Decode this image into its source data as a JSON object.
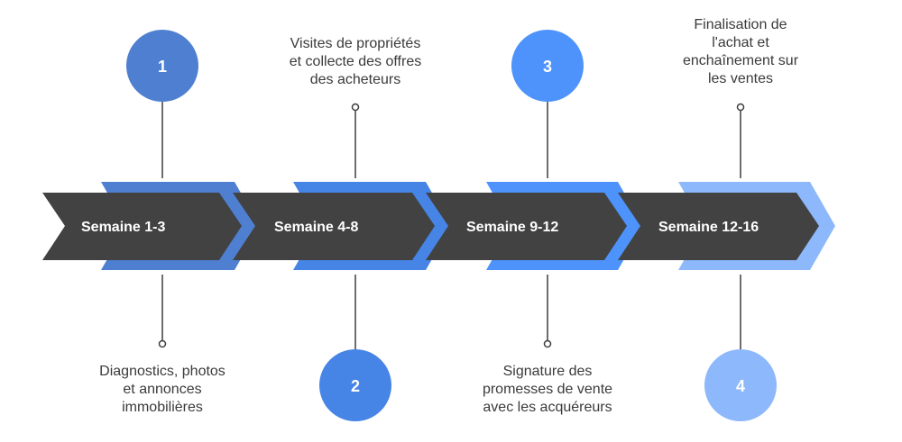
{
  "colors": {
    "bar": "#424242",
    "steps": [
      "#4f7fd0",
      "#4684e6",
      "#4d93fb",
      "#8db8fb"
    ],
    "connector": "#3d3d3d",
    "text": "#3a3a3a"
  },
  "steps": [
    {
      "number": "1",
      "week": "Semaine 1-3",
      "description": "Diagnostics, photos\net annonces\nimmobilières"
    },
    {
      "number": "2",
      "week": "Semaine 4-8",
      "description": "Visites de propriétés\net collecte des offres\ndes acheteurs"
    },
    {
      "number": "3",
      "week": "Semaine 9-12",
      "description": "Signature des\npromesses de vente\navec les acquéreurs"
    },
    {
      "number": "4",
      "week": "Semaine 12-16",
      "description": "Finalisation de\nl'achat et\nenchaînement sur\nles ventes"
    }
  ]
}
